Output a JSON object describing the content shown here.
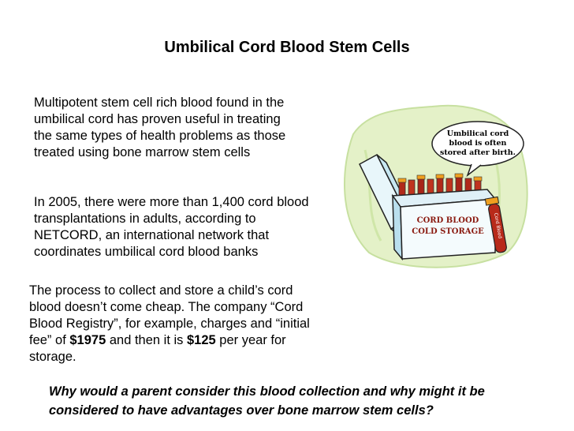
{
  "title": "Umbilical Cord Blood Stem Cells",
  "paragraph1": "Multipotent stem cell rich blood found in the umbilical cord has proven useful in treating the same types of health problems as those treated using bone marrow stem cells",
  "paragraph2": "In 2005, there were more than 1,400 cord blood transplantations in adults, according to NETCORD, an international network that coordinates umbilical cord blood banks",
  "paragraph3": {
    "before": "The process to collect and store a child’s cord blood doesn’t come cheap.  The company “Cord Blood Registry”, for example, charges and “initial fee” of ",
    "fee": "$1975",
    "middle": "  and then it is ",
    "annual": "$125",
    "after": " per year for storage."
  },
  "question": "Why would a parent consider this blood collection and why might it be considered to have advantages over bone marrow stem cells?",
  "illustration": {
    "speech_bubble": [
      "Umbilical cord",
      "blood is often",
      "stored after birth."
    ],
    "box_label": [
      "CORD BLOOD",
      "COLD STORAGE"
    ],
    "tube_label": "Cord Blood"
  }
}
